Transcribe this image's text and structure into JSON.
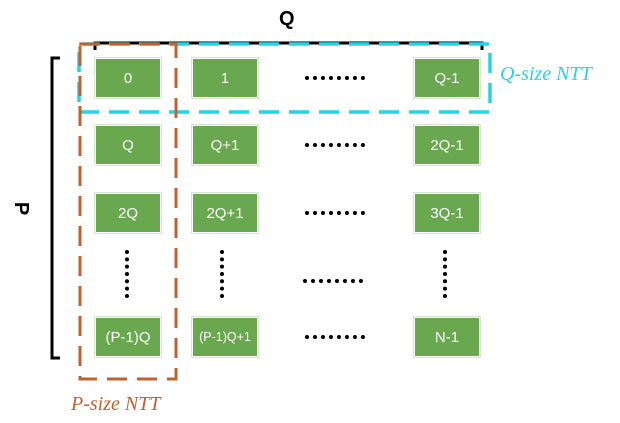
{
  "labels": {
    "q": "Q",
    "p": "P",
    "q_ntt": "Q-size NTT",
    "p_ntt": "P-size NTT"
  },
  "dots": "......",
  "rows": [
    [
      "0",
      "1",
      "Q-1"
    ],
    [
      "Q",
      "Q+1",
      "2Q-1"
    ],
    [
      "2Q",
      "2Q+1",
      "3Q-1"
    ],
    [
      "(P-1)Q",
      "(P-1)Q+1",
      "N-1"
    ]
  ],
  "colors": {
    "cell_fill": "#6aa84f",
    "q_box": "#27d3e0",
    "p_box": "#c0622c",
    "bracket": "#000000"
  }
}
